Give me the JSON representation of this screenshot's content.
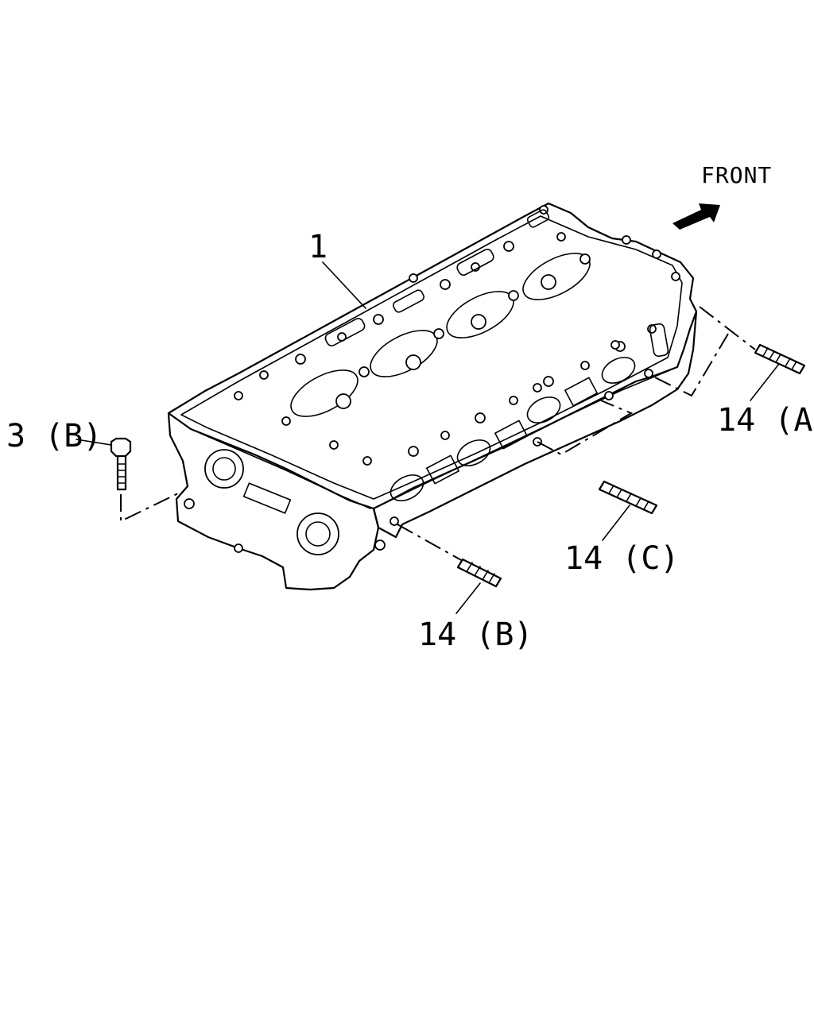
{
  "diagram": {
    "front_label": "FRONT",
    "callouts": [
      {
        "id": "cylinder-head",
        "text": "1"
      },
      {
        "id": "bolt-3b",
        "text": "3 (B)"
      },
      {
        "id": "stud-14a",
        "text": "14 (A)"
      },
      {
        "id": "stud-14b",
        "text": "14 (B)"
      },
      {
        "id": "stud-14c",
        "text": "14 (C)"
      }
    ]
  }
}
